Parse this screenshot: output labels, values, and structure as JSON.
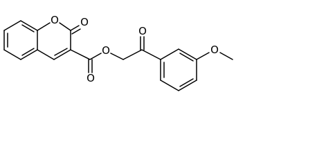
{
  "molecule": {
    "atom_labels": {
      "ring_oxygen": "O",
      "lactone_carbonyl_oxygen": "O",
      "ester_oxygen": "O",
      "ester_carbonyl_oxygen": "O",
      "ketone_oxygen": "O",
      "methoxy_oxygen": "O"
    },
    "colors": {
      "bond": "#000000",
      "label": "#000000",
      "background": "#ffffff"
    }
  }
}
